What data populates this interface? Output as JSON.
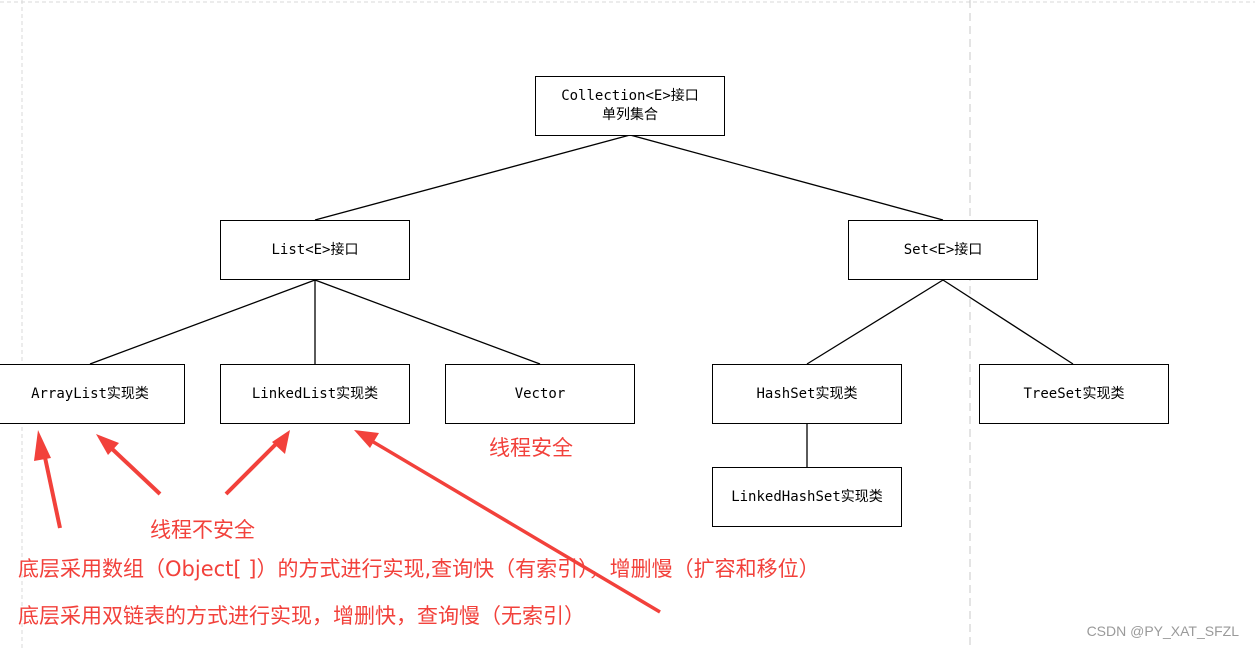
{
  "diagram": {
    "root": {
      "line1": "Collection<E>接口",
      "line2": "单列集合"
    },
    "list_interface": "List<E>接口",
    "set_interface": "Set<E>接口",
    "arraylist": "ArrayList实现类",
    "linkedlist": "LinkedList实现类",
    "vector": "Vector",
    "hashset": "HashSet实现类",
    "treeset": "TreeSet实现类",
    "linkedhashset": "LinkedHashSet实现类"
  },
  "annotations": {
    "vector_note": "线程安全",
    "unsafe_note": "线程不安全",
    "arraylist_note": "底层采用数组（Object[ ]）的方式进行实现,查询快（有索引），增删慢（扩容和移位）",
    "linkedlist_note": "底层采用双链表的方式进行实现，增删快，查询慢（无索引）"
  },
  "watermark": "CSDN @PY_XAT_SFZL",
  "colors": {
    "annotation": "#f2413b",
    "line": "#000000",
    "guide": "#c8c8c8"
  }
}
